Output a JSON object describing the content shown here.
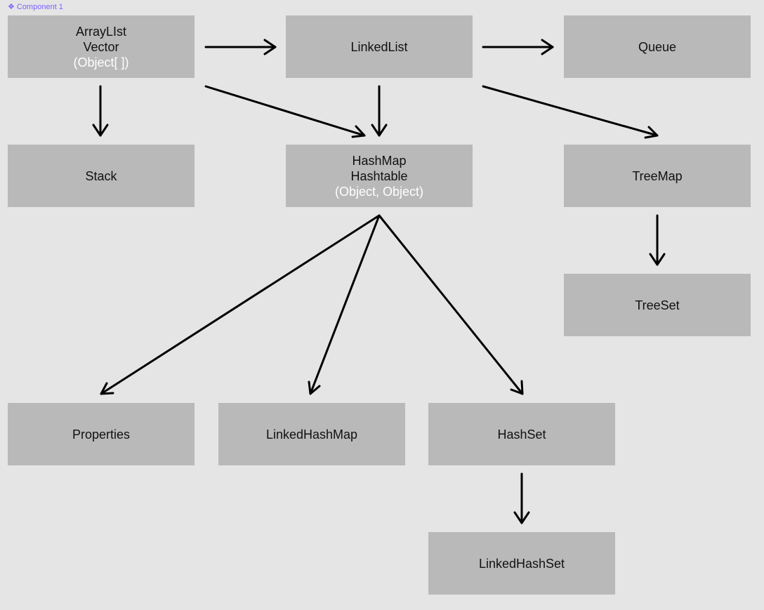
{
  "component_label": "Component 1",
  "component_icon": "component-icon",
  "nodes": {
    "arraylist": {
      "lines": [
        "ArrayLIst",
        "Vector"
      ],
      "sub": "(Object[ ])"
    },
    "linkedlist": {
      "lines": [
        "LinkedList"
      ]
    },
    "queue": {
      "lines": [
        "Queue"
      ]
    },
    "stack": {
      "lines": [
        "Stack"
      ]
    },
    "hashmap": {
      "lines": [
        "HashMap",
        "Hashtable"
      ],
      "sub": "(Object, Object)"
    },
    "treemap": {
      "lines": [
        "TreeMap"
      ]
    },
    "treeset": {
      "lines": [
        "TreeSet"
      ]
    },
    "properties": {
      "lines": [
        "Properties"
      ]
    },
    "linkedhashmap": {
      "lines": [
        "LinkedHashMap"
      ]
    },
    "hashset": {
      "lines": [
        "HashSet"
      ]
    },
    "linkedhashset": {
      "lines": [
        "LinkedHashSet"
      ]
    }
  },
  "edges": [
    {
      "from": "arraylist",
      "to": "linkedlist"
    },
    {
      "from": "linkedlist",
      "to": "queue"
    },
    {
      "from": "arraylist",
      "to": "stack"
    },
    {
      "from": "arraylist",
      "to": "hashmap"
    },
    {
      "from": "linkedlist",
      "to": "hashmap"
    },
    {
      "from": "linkedlist",
      "to": "treemap"
    },
    {
      "from": "treemap",
      "to": "treeset"
    },
    {
      "from": "hashmap",
      "to": "properties"
    },
    {
      "from": "hashmap",
      "to": "linkedhashmap"
    },
    {
      "from": "hashmap",
      "to": "hashset"
    },
    {
      "from": "hashset",
      "to": "linkedhashset"
    }
  ],
  "colors": {
    "background": "#e5e5e5",
    "node_fill": "#b9b9b9",
    "node_text": "#111111",
    "node_subtext": "#ffffff",
    "component_accent": "#7b61ff"
  }
}
